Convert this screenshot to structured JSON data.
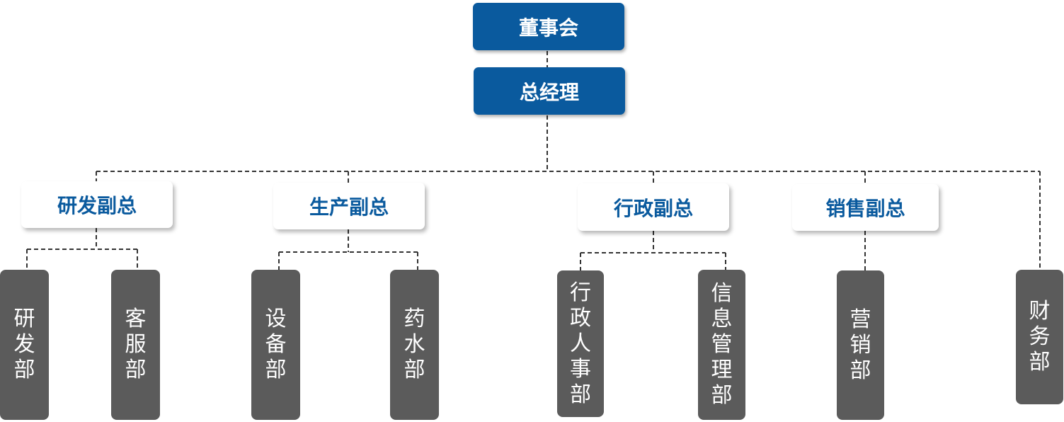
{
  "top": {
    "board": "董事会",
    "gm": "总经理"
  },
  "vps": {
    "rd": "研发副总",
    "production": "生产副总",
    "admin": "行政副总",
    "sales": "销售副总"
  },
  "departments": {
    "rd": "研发部",
    "customer_service": "客服部",
    "equipment": "设备部",
    "pharma": "药水部",
    "hr": "行政人事部",
    "it": "信息管理部",
    "marketing": "营销部",
    "finance": "财务部"
  },
  "colors": {
    "primary": "#0a5a9e",
    "dept": "#5b5b5b",
    "line": "#333333"
  }
}
